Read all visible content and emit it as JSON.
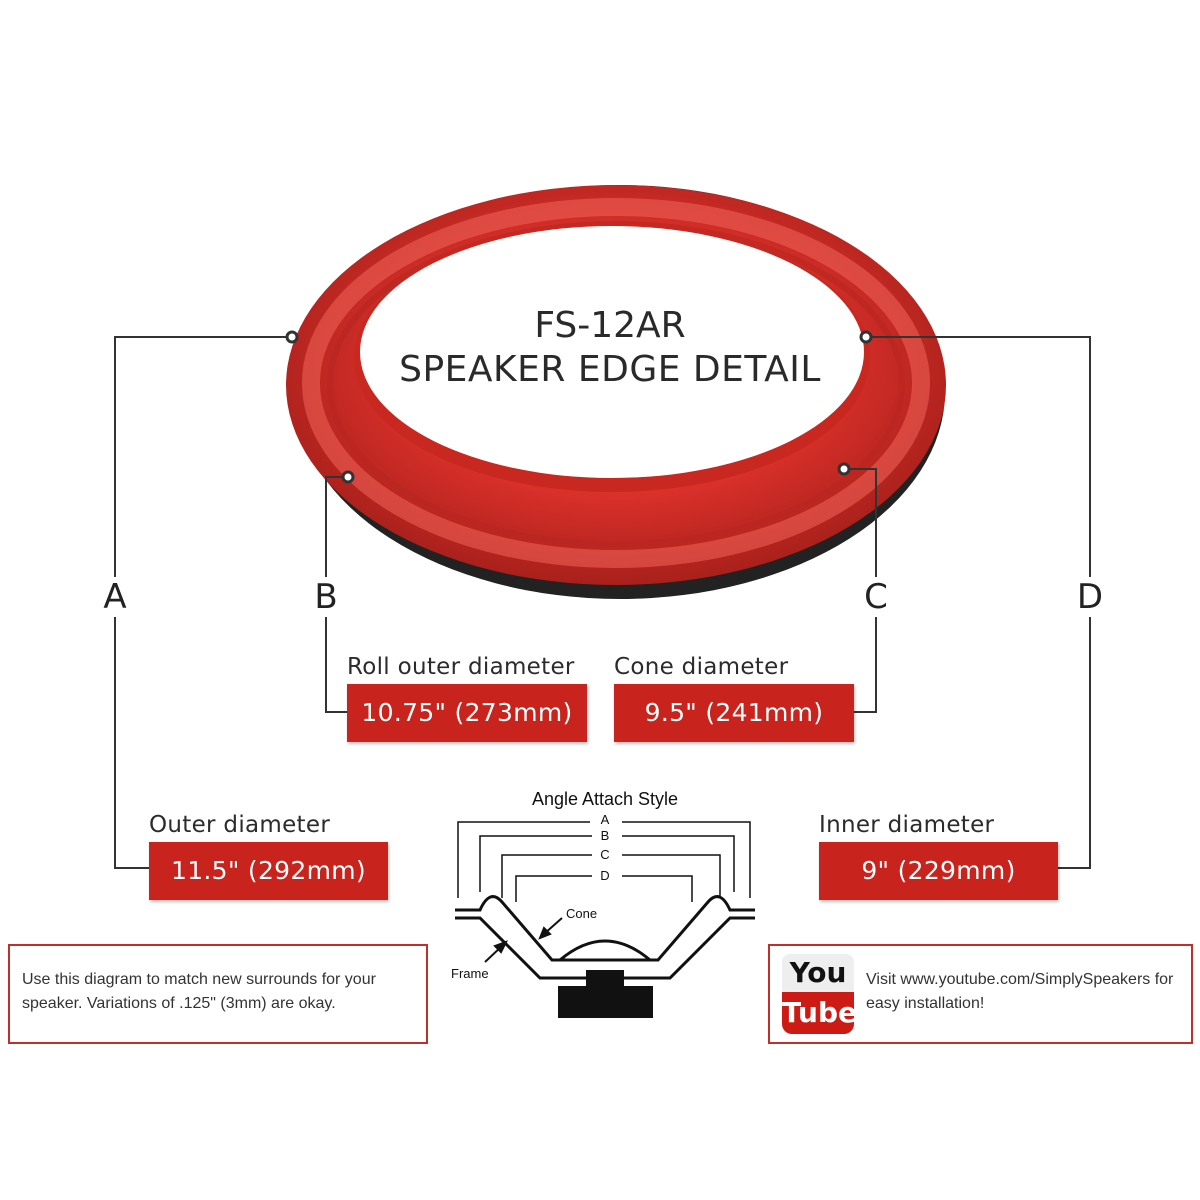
{
  "title": {
    "line1": "FS-12AR",
    "line2": "SPEAKER EDGE DETAIL"
  },
  "markers": {
    "a": "A",
    "b": "B",
    "c": "C",
    "d": "D"
  },
  "measurements": {
    "roll_outer": {
      "label": "Roll outer diameter",
      "value": "10.75\" (273mm)"
    },
    "cone": {
      "label": "Cone diameter",
      "value": "9.5\" (241mm)"
    },
    "outer": {
      "label": "Outer diameter",
      "value": "11.5\" (292mm)"
    },
    "inner": {
      "label": "Inner diameter",
      "value": "9\" (229mm)"
    }
  },
  "attach_diagram": {
    "title": "Angle Attach Style",
    "letters": [
      "A",
      "B",
      "C",
      "D"
    ],
    "cone_label": "Cone",
    "frame_label": "Frame"
  },
  "note_left": "Use this diagram to match new surrounds for your speaker. Variations of .125\" (3mm) are okay.",
  "youtube": {
    "logo_top": "You",
    "logo_bottom": "Tube",
    "text": "Visit www.youtube.com/SimplySpeakers for easy installation!"
  },
  "colors": {
    "accent": "#c8231d",
    "ring": "#d8322c",
    "border": "#c0302b"
  },
  "icons": {
    "youtube": "youtube-logo-icon",
    "edge": "speaker-edge-ring-image"
  }
}
